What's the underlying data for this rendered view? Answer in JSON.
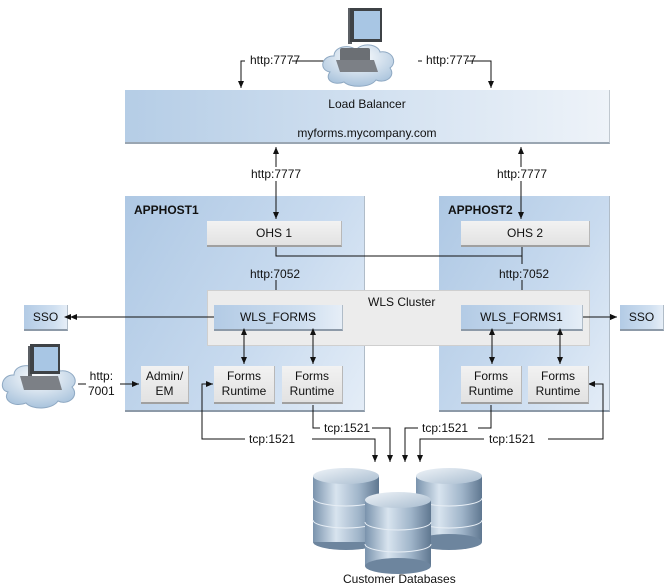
{
  "diagram": {
    "load_balancer": {
      "title": "Load Balancer",
      "host": "myforms.mycompany.com"
    },
    "client_top": {
      "icon": "client-computer-cloud-icon"
    },
    "client_left": {
      "icon": "client-computer-cloud-icon",
      "port_label_line1": "http:",
      "port_label_line2": "7001"
    },
    "top_links": {
      "left": "http:7777",
      "right": "http:7777"
    },
    "lb_links": {
      "left": "http:7777",
      "right": "http:7777"
    },
    "apphost1": {
      "label": "APPHOST1",
      "ohs": "OHS 1",
      "ohs_link": "http:7052",
      "managed_server": "WLS_FORMS",
      "admin": {
        "line1": "Admin/",
        "line2": "EM"
      },
      "runtimes": [
        {
          "line1": "Forms",
          "line2": "Runtime"
        },
        {
          "line1": "Forms",
          "line2": "Runtime"
        }
      ]
    },
    "apphost2": {
      "label": "APPHOST2",
      "ohs": "OHS 2",
      "ohs_link": "http:7052",
      "managed_server": "WLS_FORMS1",
      "runtimes": [
        {
          "line1": "Forms",
          "line2": "Runtime"
        },
        {
          "line1": "Forms",
          "line2": "Runtime"
        }
      ]
    },
    "cluster_label": "WLS Cluster",
    "sso_left": "SSO",
    "sso_right": "SSO",
    "db_links": [
      "tcp:1521",
      "tcp:1521",
      "tcp:1521",
      "tcp:1521"
    ],
    "database": {
      "label": "Customer Databases",
      "icon": "database-cylinders-icon"
    }
  }
}
